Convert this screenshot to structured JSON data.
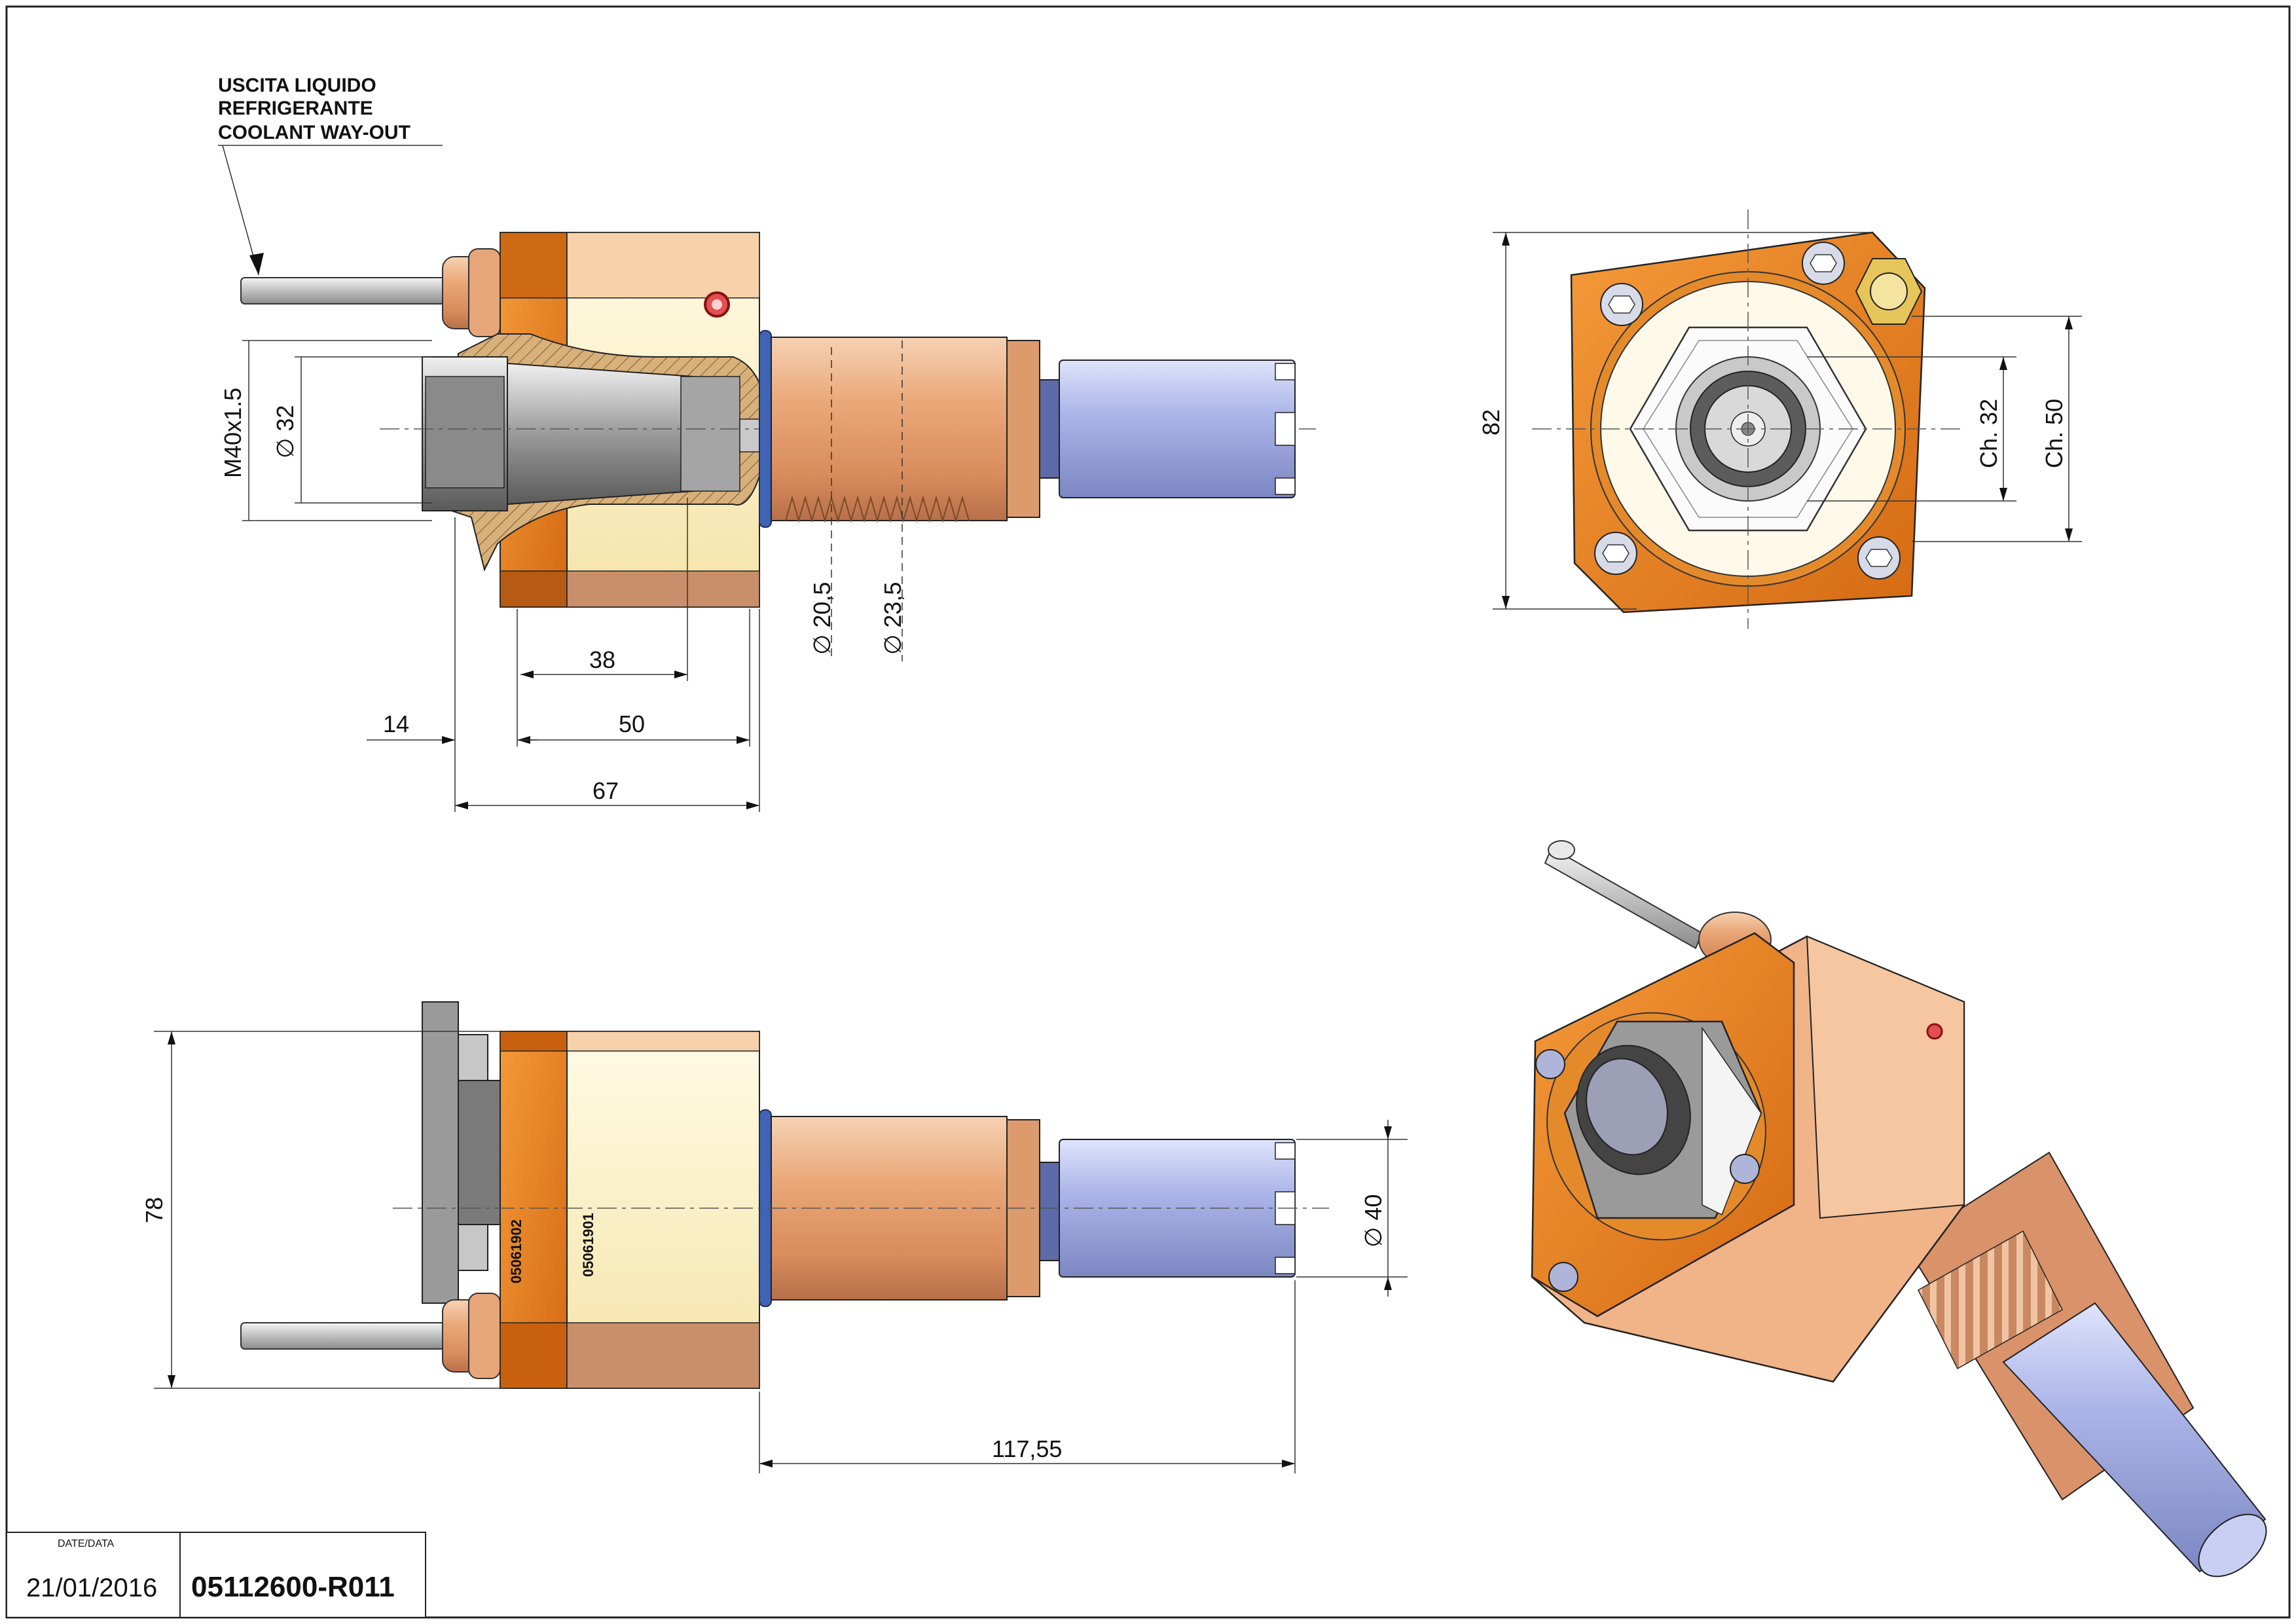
{
  "note": {
    "line1": "USCITA LIQUIDO",
    "line2": "REFRIGERANTE",
    "line3": "COOLANT WAY-OUT"
  },
  "dimensions": {
    "m40": "M40x1.5",
    "d32": "∅ 32",
    "d20": "∅ 20,5",
    "d23": "∅ 23,5",
    "l38": "38",
    "l14": "14",
    "l50": "50",
    "l67": "67",
    "l82": "82",
    "ch32": "Ch. 32",
    "ch50": "Ch. 50",
    "l78": "78",
    "d40": "∅ 40",
    "l117": "117,55"
  },
  "serials": {
    "s1": "05061902",
    "s2": "05061901"
  },
  "title_block": {
    "date_label": "DATE/DATA",
    "date": "21/01/2016",
    "code": "05112600-R011"
  },
  "colors": {
    "orange": "#e8821e",
    "orange_dark": "#c85f10",
    "cream": "#fff4c8",
    "copper": "#e9a77a",
    "blue_gray": "#a8b3e6",
    "steel": "#a9a9a9"
  }
}
